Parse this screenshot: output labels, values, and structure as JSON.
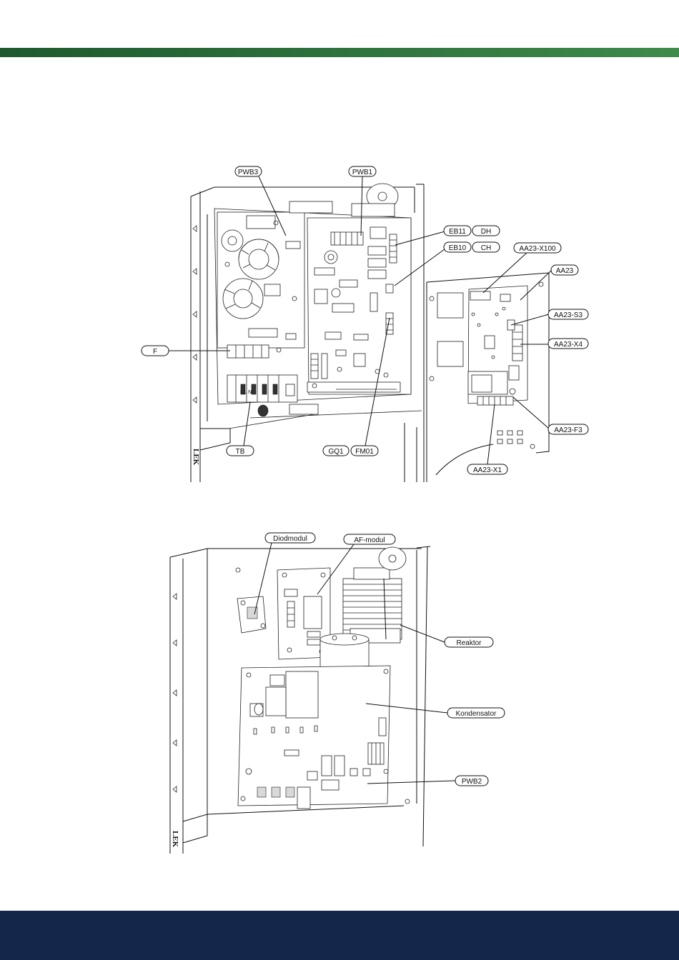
{
  "colors": {
    "top_band_start": "#1e5a2e",
    "top_band_end": "#3f8a4c",
    "bottom_band": "#14264a"
  },
  "figure1": {
    "labels": {
      "pwb3": "PWB3",
      "pwb1": "PWB1",
      "eb11": "EB11",
      "dh": "DH",
      "eb10": "EB10",
      "ch": "CH",
      "aa23_x100": "AA23-X100",
      "aa23": "AA23",
      "aa23_s3": "AA23-S3",
      "aa23_x4": "AA23-X4",
      "aa23_f3": "AA23-F3",
      "aa23_x1": "AA23-X1",
      "f": "F",
      "tb": "TB",
      "gq1": "GQ1",
      "fm01": "FM01"
    },
    "terminal_letters": "L  L  N"
  },
  "figure2": {
    "labels": {
      "diodmodul": "Diodmodul",
      "af_modul": "AF-modul",
      "reaktor": "Reaktor",
      "kondensator": "Kondensator",
      "pwb2": "PWB2"
    }
  },
  "side_marks": [
    "LEK",
    "LEK"
  ]
}
